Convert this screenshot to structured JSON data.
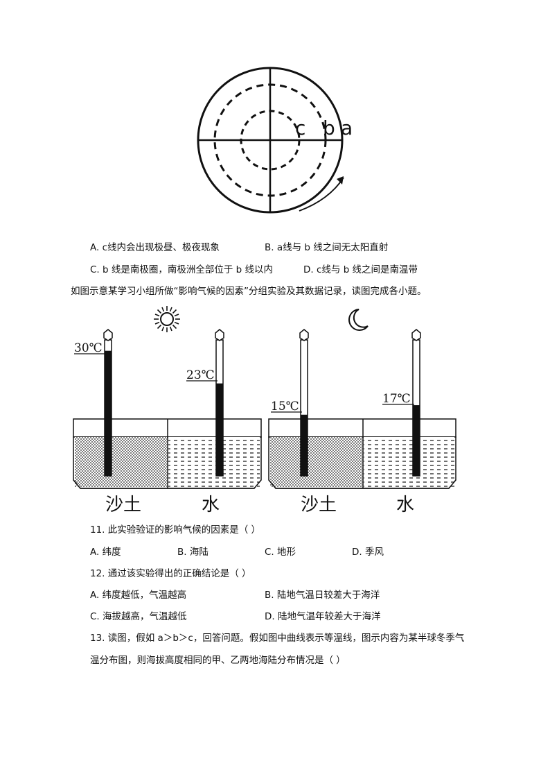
{
  "figure1": {
    "labels": {
      "c": "c",
      "b": "b",
      "a": "a"
    }
  },
  "q10_options": {
    "A": "A. c线内会出现极昼、极夜现象",
    "B": "B. a线与 b 线之间无太阳直射",
    "C": "C. b 线是南极圈，南极洲全部位于 b 线以内",
    "D": "D. c线与 b 线之间是南温带"
  },
  "intro": "如图示意某学习小组所做“影响气候的因素”分组实验及其数据记录，读图完成各小题。",
  "figure2": {
    "day": {
      "icon": "sun-icon",
      "sand_temp": "30℃",
      "water_temp": "23℃",
      "sand_label": "沙土",
      "water_label": "水",
      "sand_fill": 0.92,
      "water_fill": 0.68
    },
    "night": {
      "icon": "moon-icon",
      "sand_temp": "15℃",
      "water_temp": "17℃",
      "sand_label": "沙土",
      "water_label": "水",
      "sand_fill": 0.45,
      "water_fill": 0.52
    }
  },
  "q11": {
    "stem": "11.   此实验验证的影响气候的因素是（      ）",
    "options": [
      "A. 纬度",
      "B. 海陆",
      "C. 地形",
      "D. 季风"
    ]
  },
  "q12": {
    "stem": "12.   通过该实验得出的正确结论是（      ）",
    "options": [
      "A. 纬度越低，气温越高",
      "B. 陆地气温日较差大于海洋",
      "C. 海拔越高，气温越低",
      "D. 陆地气温年较差大于海洋"
    ]
  },
  "q13": {
    "line1": "13.   读图，假如 a＞b＞c，回答问题。假如图中曲线表示等温线，图示内容为某半球冬季气",
    "line2": "温分布图，则海拔高度相同的甲、乙两地海陆分布情况是（      ）"
  }
}
